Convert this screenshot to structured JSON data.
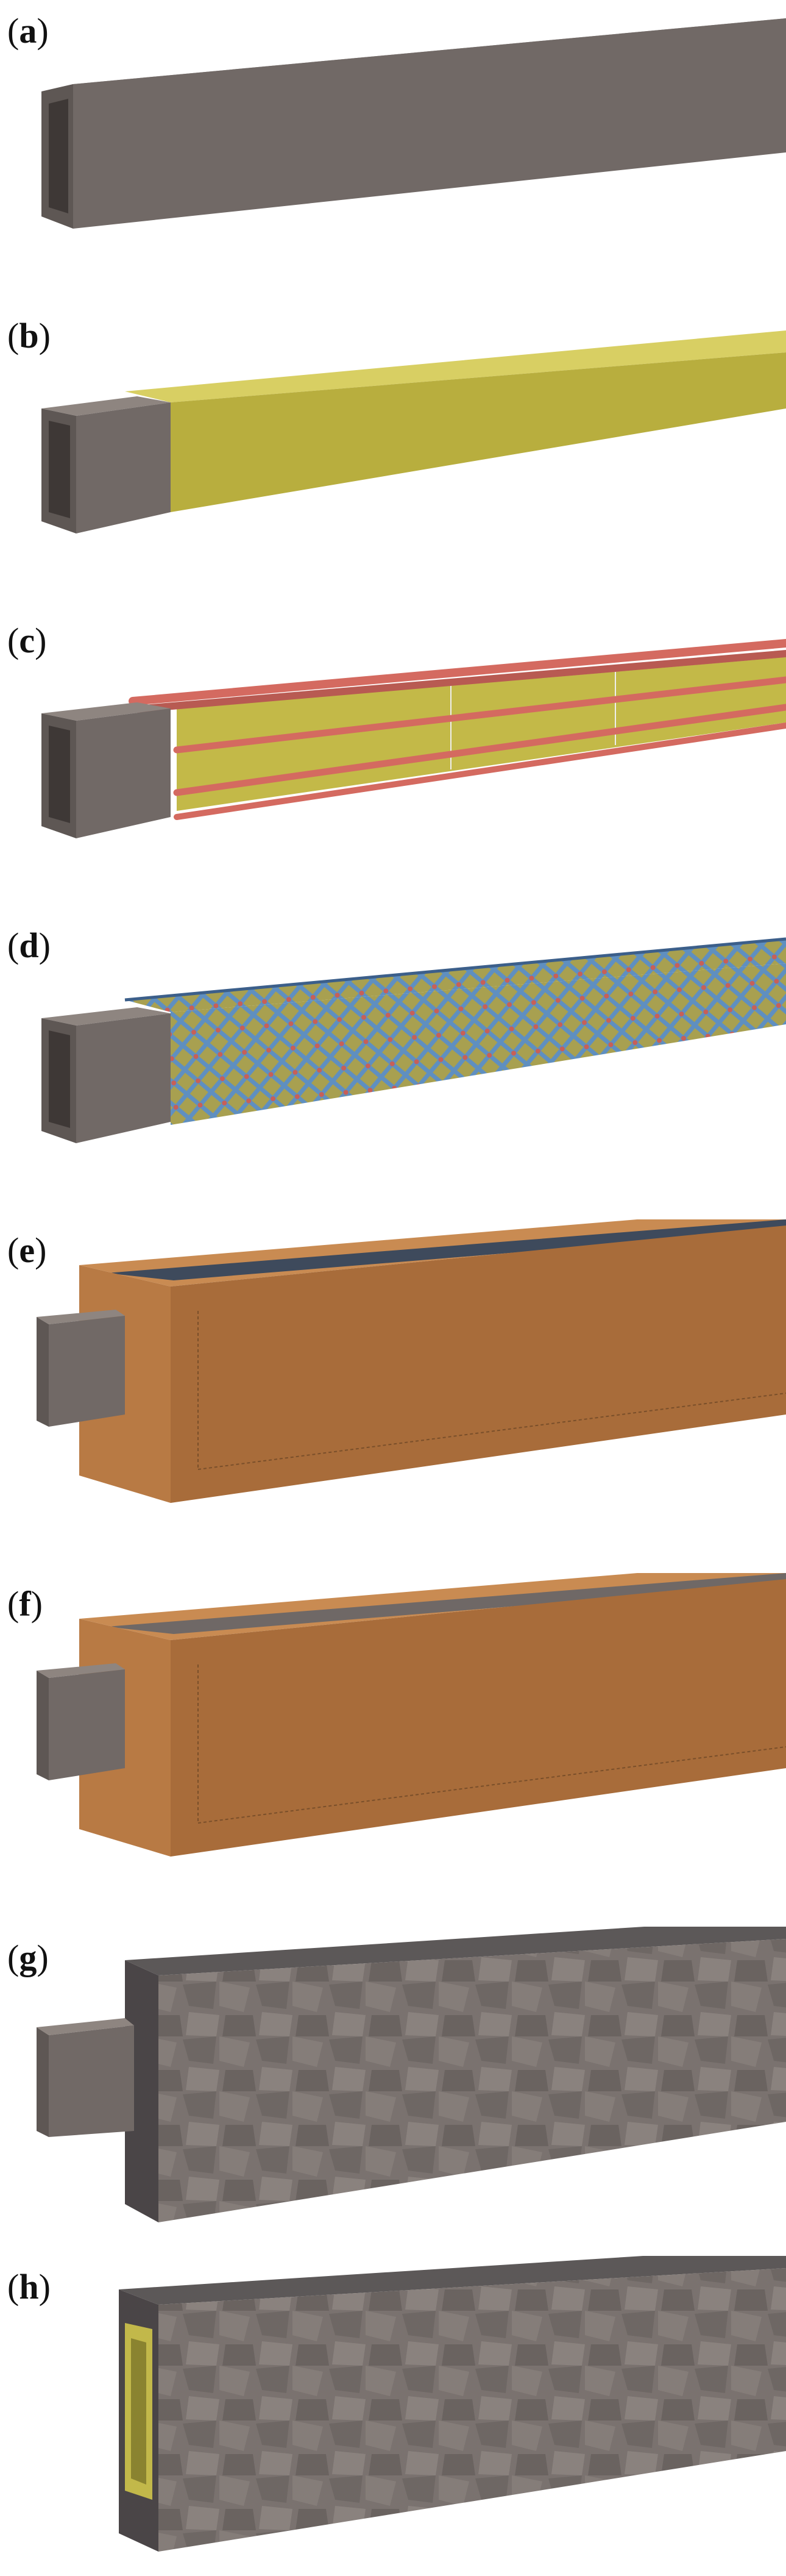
{
  "figure": {
    "panels": [
      {
        "id": "a",
        "label_open": "(",
        "letter": "a",
        "label_close": ")"
      },
      {
        "id": "b",
        "label_open": "(",
        "letter": "b",
        "label_close": ")"
      },
      {
        "id": "c",
        "label_open": "(",
        "letter": "c",
        "label_close": ")"
      },
      {
        "id": "d",
        "label_open": "(",
        "letter": "d",
        "label_close": ")"
      },
      {
        "id": "e",
        "label_open": "(",
        "letter": "e",
        "label_close": ")"
      },
      {
        "id": "f",
        "label_open": "(",
        "letter": "f",
        "label_close": ")"
      },
      {
        "id": "g",
        "label_open": "(",
        "letter": "g",
        "label_close": ")"
      },
      {
        "id": "h",
        "label_open": "(",
        "letter": "h",
        "label_close": ")"
      }
    ]
  },
  "colors": {
    "steel_tube": "#7a726e",
    "steel_tube_dark": "#5c5552",
    "insulation_yellow": "#c9c04a",
    "longitudinal_bars": "#d46a60",
    "spiral_mesh_blue": "#5f8fc0",
    "wood_formwork": "#b5773f",
    "concrete_grey": "#7a726f"
  }
}
